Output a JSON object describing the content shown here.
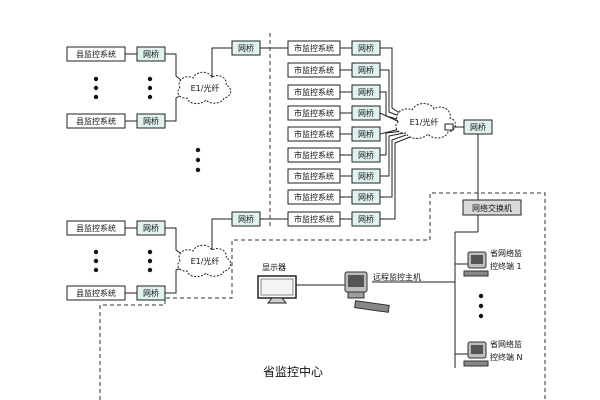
{
  "county_label": "县监控系统",
  "bridge_label": "网桥",
  "link_label": "E1/光纤",
  "city_labels": [
    "市监控系统",
    "市监控系统",
    "市监控系统",
    "市监控系统",
    "市监控系统",
    "市监控系统",
    "市监控系统",
    "市监控系统",
    "市监控系统"
  ],
  "switch_label": "网络交换机",
  "monitor_label": "显示器",
  "host_label": "远程监控主机",
  "terminal1_line1": "省网络监",
  "terminal1_line2": "控终端 1",
  "terminalN_line1": "省网络监",
  "terminalN_line2": "控终端 N",
  "center_label": "省监控中心",
  "colors": {
    "bridge_fill": "#dff2ef",
    "switch_fill": "#d9d9d9",
    "line": "#222222"
  }
}
